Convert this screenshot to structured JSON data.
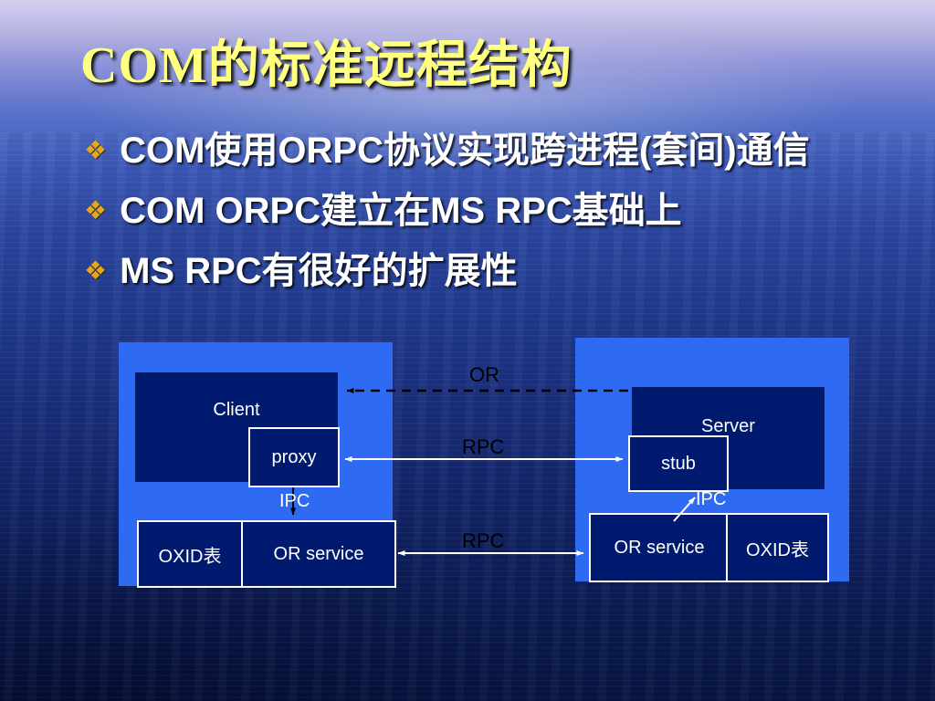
{
  "slide": {
    "title": {
      "latin": "COM",
      "zh": "的标准远程结构"
    },
    "bullets": [
      {
        "icon": "❖",
        "text": "COM使用ORPC协议实现跨进程(套间)通信"
      },
      {
        "icon": "❖",
        "text": "COM ORPC建立在MS RPC基础上"
      },
      {
        "icon": "❖",
        "text": "MS RPC有很好的扩展性"
      }
    ]
  },
  "diagram": {
    "client_group": {
      "client": "Client",
      "proxy": "proxy",
      "ipc": "IPC",
      "oxid": "OXID表",
      "or_service": "OR service"
    },
    "server_group": {
      "server": "Server",
      "stub": "stub",
      "ipc": "IPC",
      "oxid": "OXID表",
      "or_service": "OR service"
    },
    "links": {
      "or": "OR",
      "rpc_mid": "RPC",
      "rpc_bottom": "RPC"
    }
  },
  "colors": {
    "title_text": "#ffff80",
    "bullet_text": "#ffffff",
    "bullet_icon": "#e6a817",
    "panel_blue": "#2e6bf2",
    "box_navy": "#001a70",
    "link_dark": "#000000",
    "link_light": "#ffffff"
  }
}
